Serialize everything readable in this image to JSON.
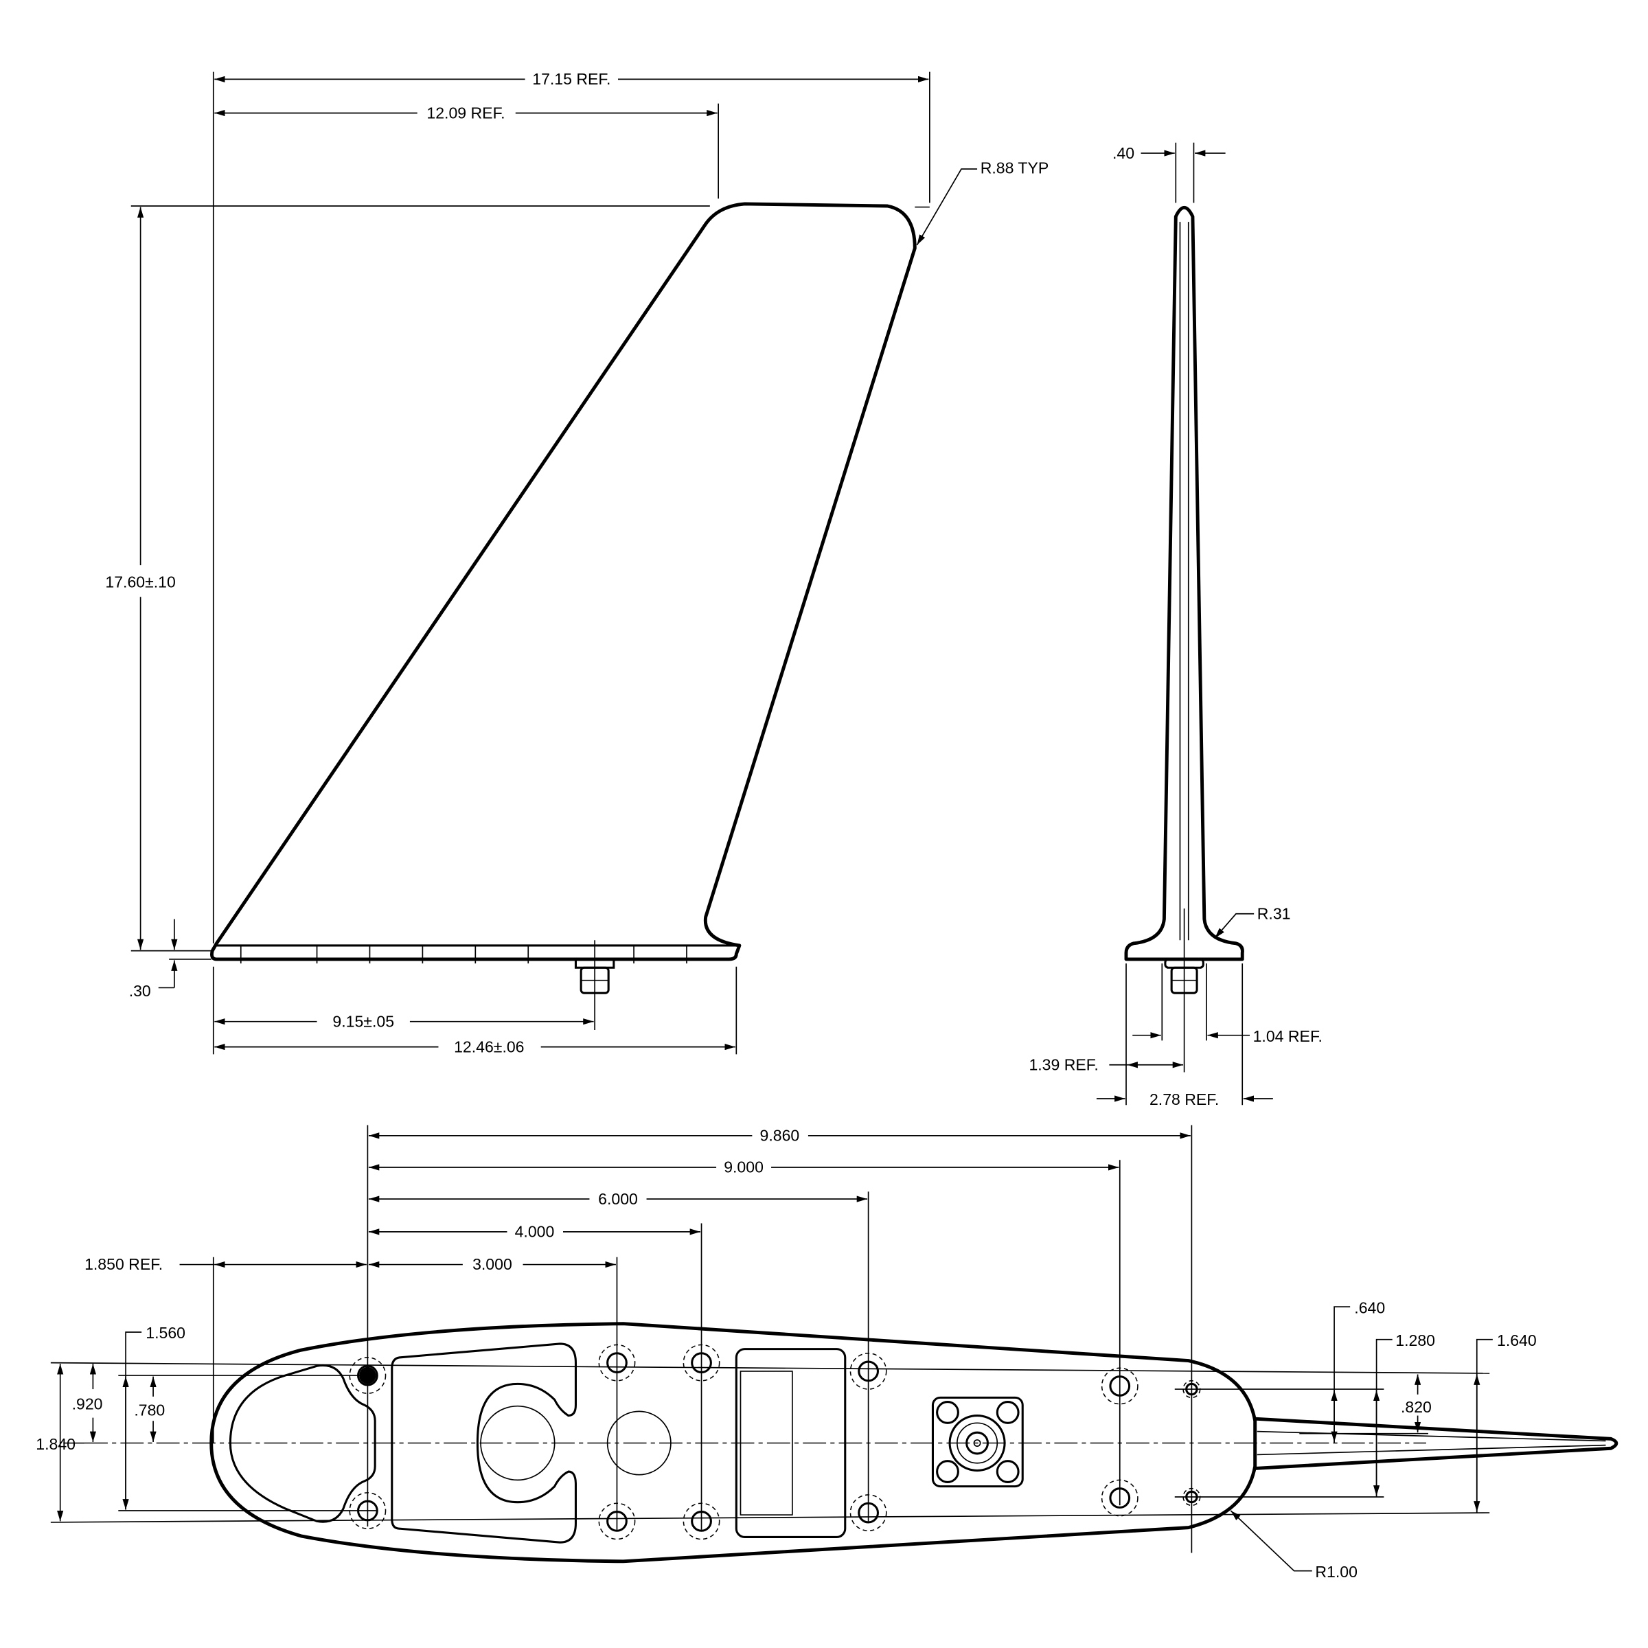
{
  "side_view": {
    "overall_width": "17.15 REF.",
    "top_chord_offset": "12.09 REF.",
    "corner_radius": "R.88 TYP",
    "height": "17.60±.10",
    "base_thickness": ".30",
    "connector_location": "9.15±.05",
    "base_length": "12.46±.06"
  },
  "front_view": {
    "tip_thickness": ".40",
    "fillet_radius": "R.31",
    "root_width": "1.04 REF.",
    "half_base_width": "1.39 REF.",
    "base_width": "2.78 REF."
  },
  "bottom_view": {
    "hole_spacing_1": "9.860",
    "hole_spacing_2": "9.000",
    "hole_spacing_3": "6.000",
    "hole_spacing_4": "4.000",
    "hole_spacing_5": "3.000",
    "nose_offset": "1.850 REF.",
    "left_half_spacing": ".920",
    "left_inner_half_spacing": ".780",
    "left_inner_spacing": "1.560",
    "left_outer_spacing": "1.840",
    "right_small_half": ".640",
    "right_small_spacing": "1.280",
    "right_outer_spacing": "1.640",
    "right_offset": ".820",
    "nose_radius": "R1.00"
  }
}
